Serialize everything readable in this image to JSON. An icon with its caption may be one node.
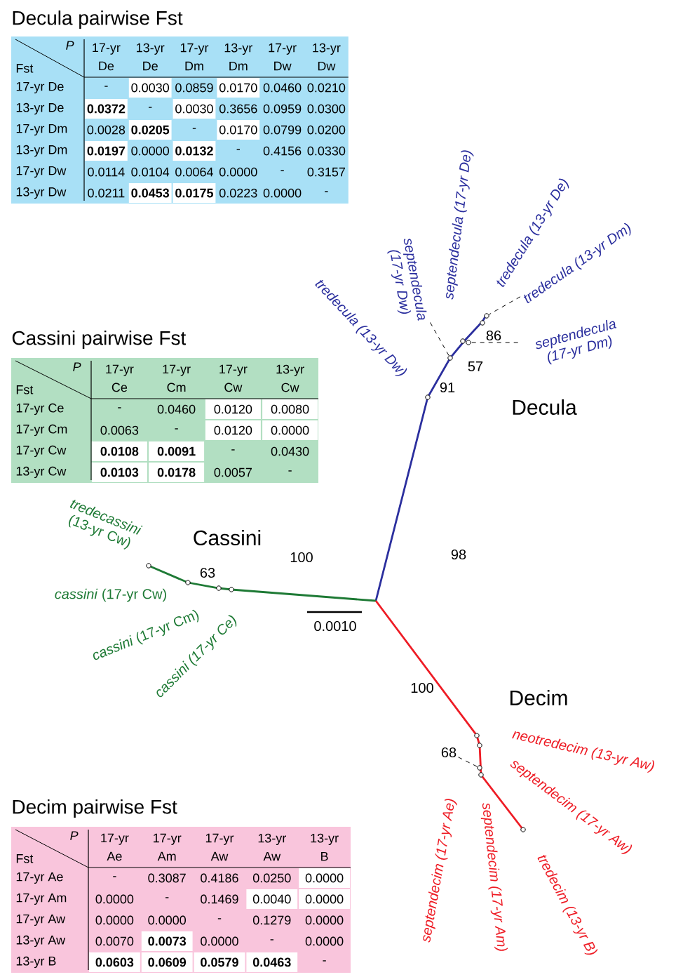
{
  "diagram": {
    "nodes": [
      {
        "text": [
          "tredecula (13-yr Dw)"
        ]
      },
      {
        "text": [
          "septendecula (17-yr Dw)"
        ]
      },
      {
        "text": [
          "septendecula (17-yr De)"
        ]
      },
      {
        "text": [
          "tredecula (13-yr De)"
        ]
      },
      {
        "text": [
          "tredecula (13-yr Dm)"
        ]
      },
      {
        "text": [
          "septendecula (17-yr Dm)"
        ]
      },
      {
        "text": [
          "*tredecassini* (13-yr Cw)"
        ]
      },
      {
        "text": [
          "*cassini* (17-yr Cw)"
        ]
      },
      {
        "text": [
          "*cassini* (17-yr Cm)"
        ]
      },
      {
        "text": [
          "cassini (17-yr Ce)"
        ]
      },
      {
        "text": [
          "68"
        ]
      },
      {
        "text": [
          "neotredecim (13-yr Aw)"
        ]
      },
      {
        "text": [
          "septendecim (17-yr Aw)"
        ]
      },
      {
        "text": [
          "septendecim (17-yr Ae)"
        ]
      },
      {
        "text": [
          "septendecim (17-yr Am)"
        ]
      },
      {
        "text": [
          "tredecim (13-yr B)"
        ]
      },
      {
        "text": [],
        "shape": "circle"
      },
      {
        "text": [],
        "shape": "circle"
      },
      {
        "text": [],
        "shape": "circle"
      },
      {
        "text": [],
        "shape": "circle"
      }
    ],
    "edges": [
      {
        "from": 1,
        "to": 16,
        "arrow": "none",
        "style": "dashed"
      },
      {
        "from": 4,
        "to": 17,
        "arrow": "none",
        "style": "dashed"
      },
      {
        "from": 5,
        "to": 18,
        "arrow": "none",
        "style": "dashed"
      },
      {
        "from": 10,
        "to": 19,
        "arrow": "none",
        "style": "dashed"
      }
    ],
    "labels": [
      "Decula pairwise Fst",
      "P",
      "Fst",
      "17-yr De",
      "13-yr De",
      "17-yr Dm",
      "13-yr Dm",
      "17-yr Dw",
      "13-yr Dw",
      "17-yr De",
      "-",
      "0.0030",
      "0.0859",
      "0.0170",
      "0.0460",
      "0.0210",
      "13-yr De",
      "0.0372",
      "-",
      "0.0030",
      "0.3656",
      "0.0959",
      "0.0300",
      "17-yr Dm",
      "0.0028",
      "0.0205",
      "-",
      "0.0170",
      "0.0799",
      "0.0200",
      "13-yr Dm",
      "0.0197",
      "0.0000",
      "0.0132",
      "-",
      "0.4156",
      "0.0330",
      "17-yr Dw",
      "0.0114",
      "0.0104",
      "0.0064",
      "0.0000",
      "-",
      "0.3157",
      "13-yr Dw",
      "0.0211",
      "0.0453",
      "0.0175",
      "0.0223",
      "0.0000",
      "-",
      "Cassini pairwise Fst",
      "P",
      "Fst",
      "17-yr Ce",
      "17-yr Cm",
      "17-yr Cw",
      "13-yr Cw",
      "17-yr Ce",
      "-",
      "0.0460",
      "0.0120",
      "0.0080",
      "17-yr Cm",
      "0.0063",
      "-",
      "0.0120",
      "0.0000",
      "17-yr Cw",
      "0.0108",
      "0.0091",
      "-",
      "0.0430",
      "13-yr Cw",
      "0.0103",
      "0.0178",
      "0.0057",
      "-",
      "Decim pairwise Fst",
      "P",
      "Fst",
      "17-yr Ae",
      "17-yr Am",
      "17-yr Aw",
      "13-yr Aw",
      "13-yr B",
      "17-yr Ae",
      "-",
      "0.3087",
      "0.4186",
      "0.0250",
      "0.0000",
      "17-yr Am",
      "0.0000",
      "-",
      "0.1469",
      "0.0040",
      "0.0000",
      "17-yr Aw",
      "0.0000",
      "0.0000",
      "-",
      "0.1279",
      "0.0000",
      "13-yr Aw",
      "0.0070",
      "0.0073",
      "0.0000",
      "-",
      "0.0000",
      "13-yr B",
      "0.0603",
      "0.0609",
      "0.0579",
      "0.0463",
      "-",
      "98",
      "91",
      "57",
      "86",
      "Decula",
      "Cassini",
      "63",
      "100",
      "100",
      "0.0010",
      "Decim"
    ]
  }
}
